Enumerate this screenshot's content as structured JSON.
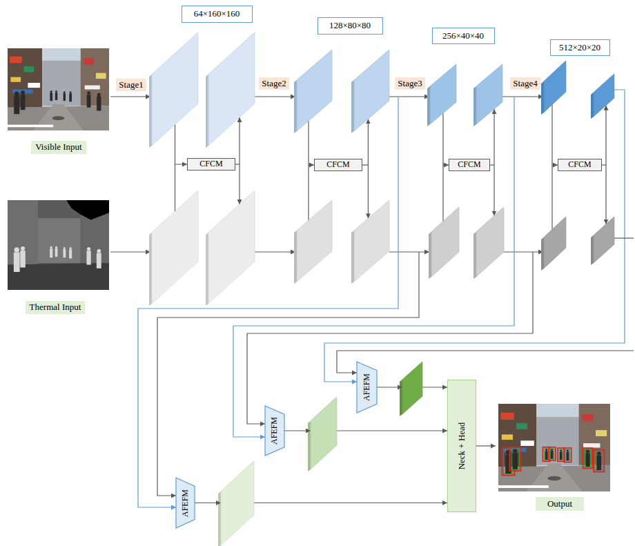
{
  "diagram": {
    "nodes": [
      {
        "text": [
          "64×160×160"
        ]
      },
      {
        "text": [
          "128×80×80"
        ]
      },
      {
        "text": [
          "256×40×40"
        ]
      },
      {
        "text": [
          "512×20×20"
        ]
      },
      {
        "text": [
          "Stage1"
        ]
      },
      {
        "text": [
          "Stage2"
        ]
      },
      {
        "text": [
          "Stage3"
        ]
      },
      {
        "text": [
          "Stage4"
        ]
      },
      {
        "text": [
          "Visible Input"
        ]
      },
      {
        "text": [
          "CFCM"
        ]
      },
      {
        "text": [
          "CFCM"
        ]
      },
      {
        "text": [
          "CFCM"
        ]
      },
      {
        "text": [
          "CFCM"
        ]
      },
      {
        "text": [
          "Thermal Input"
        ]
      },
      {
        "text": [
          "AFEFM"
        ]
      },
      {
        "text": [
          "AFEFM"
        ]
      },
      {
        "text": [
          "Neck + Head"
        ]
      },
      {
        "text": [
          "AFEFM"
        ]
      },
      {
        "text": [
          "Output"
        ]
      }
    ],
    "edges": [
      {
        "from": 14,
        "to": 16,
        "arrow": "to"
      },
      {
        "from": 15,
        "to": 16,
        "arrow": "to"
      },
      {
        "from": 17,
        "to": 16,
        "arrow": "to"
      }
    ]
  }
}
